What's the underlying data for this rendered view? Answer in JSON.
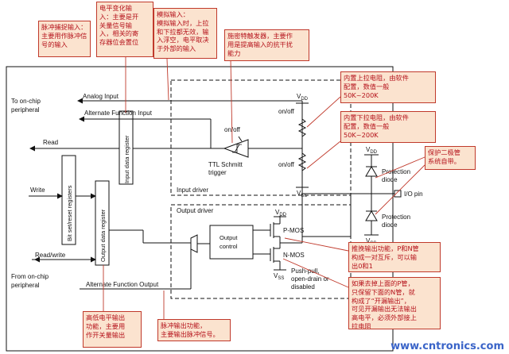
{
  "diagram": {
    "labels": {
      "to_onchip_1": "To on-chip",
      "to_onchip_2": "peripheral",
      "analog_input": "Analog Input",
      "alt_func_input": "Alternate Function Input",
      "on_off_1": "on/off",
      "on_off_2": "on/off",
      "on_off_3": "on/off",
      "ttl_1": "TTL Schmitt",
      "ttl_2": "trigger",
      "read": "Read",
      "write": "Write",
      "read_write": "Read/write",
      "from_onchip_1": "From on-chip",
      "from_onchip_2": "peripheral",
      "alt_func_output": "Alternate Function Output",
      "input_driver": "Input driver",
      "output_driver": "Output driver",
      "vdd_1": "V",
      "vdd_1_sub": "DD",
      "vss_1": "V",
      "vss_1_sub": "SS",
      "vdd_2": "V",
      "vdd_2_sub": "DD",
      "vss_2": "V",
      "vss_2_sub": "SS",
      "vdd_3": "V",
      "vdd_3_sub": "DD",
      "vss_3": "V",
      "vss_3_sub": "SS",
      "protection_diode_1a": "Protection",
      "protection_diode_1b": "diode",
      "protection_diode_2a": "Protection",
      "protection_diode_2b": "diode",
      "io_pin": "I/O pin",
      "output_control_1": "Output",
      "output_control_2": "control",
      "pmos": "P-MOS",
      "nmos": "N-MOS",
      "pushpull_1": "Push-pull,",
      "pushpull_2": "open-drain or",
      "pushpull_3": "disabled",
      "input_data_register": "Input data register",
      "bit_set_reset": "Bit set/reset registers",
      "output_data_register": "Output data register"
    },
    "notes": {
      "pulse_capture": "脉冲捕捉输入：\n主要用作脉冲信\n号的输入",
      "level_change": "电平变化输\n入：主要是开\n关量信号输\n入，相关的寄\n存器位会置位",
      "analog": "模拟输入：\n模拟输入时，上拉\n和下拉都无效，输\n入浮空，电平取决\n于外部的输入",
      "schmitt": "施密特触发器，主要作\n用是提高输入的抗干扰\n能力",
      "pullup": "内置上拉电阻，由软件\n配置，数值一般\n50K~200K",
      "pulldown": "内置下拉电阻，由软件\n配置，数值一般\n50K~200K",
      "protection": "保护二极管\n系统自带。",
      "pushpull": "推挽输出功能，P和N管\n构成一对互斥，可以输\n出0和1",
      "opendrain": "如果去掉上面的P管，\n只保留下面的N管，就\n构成了“开漏输出”，\n可见开漏输出无法输出\n高电平，必须外部接上\n拉电阻",
      "level_output": "高低电平输出\n功能，主要用\n作开关量输出",
      "pulse_output": "脉冲输出功能，\n主要输出脉冲信号。"
    },
    "watermark": "www.cntronics.com"
  }
}
